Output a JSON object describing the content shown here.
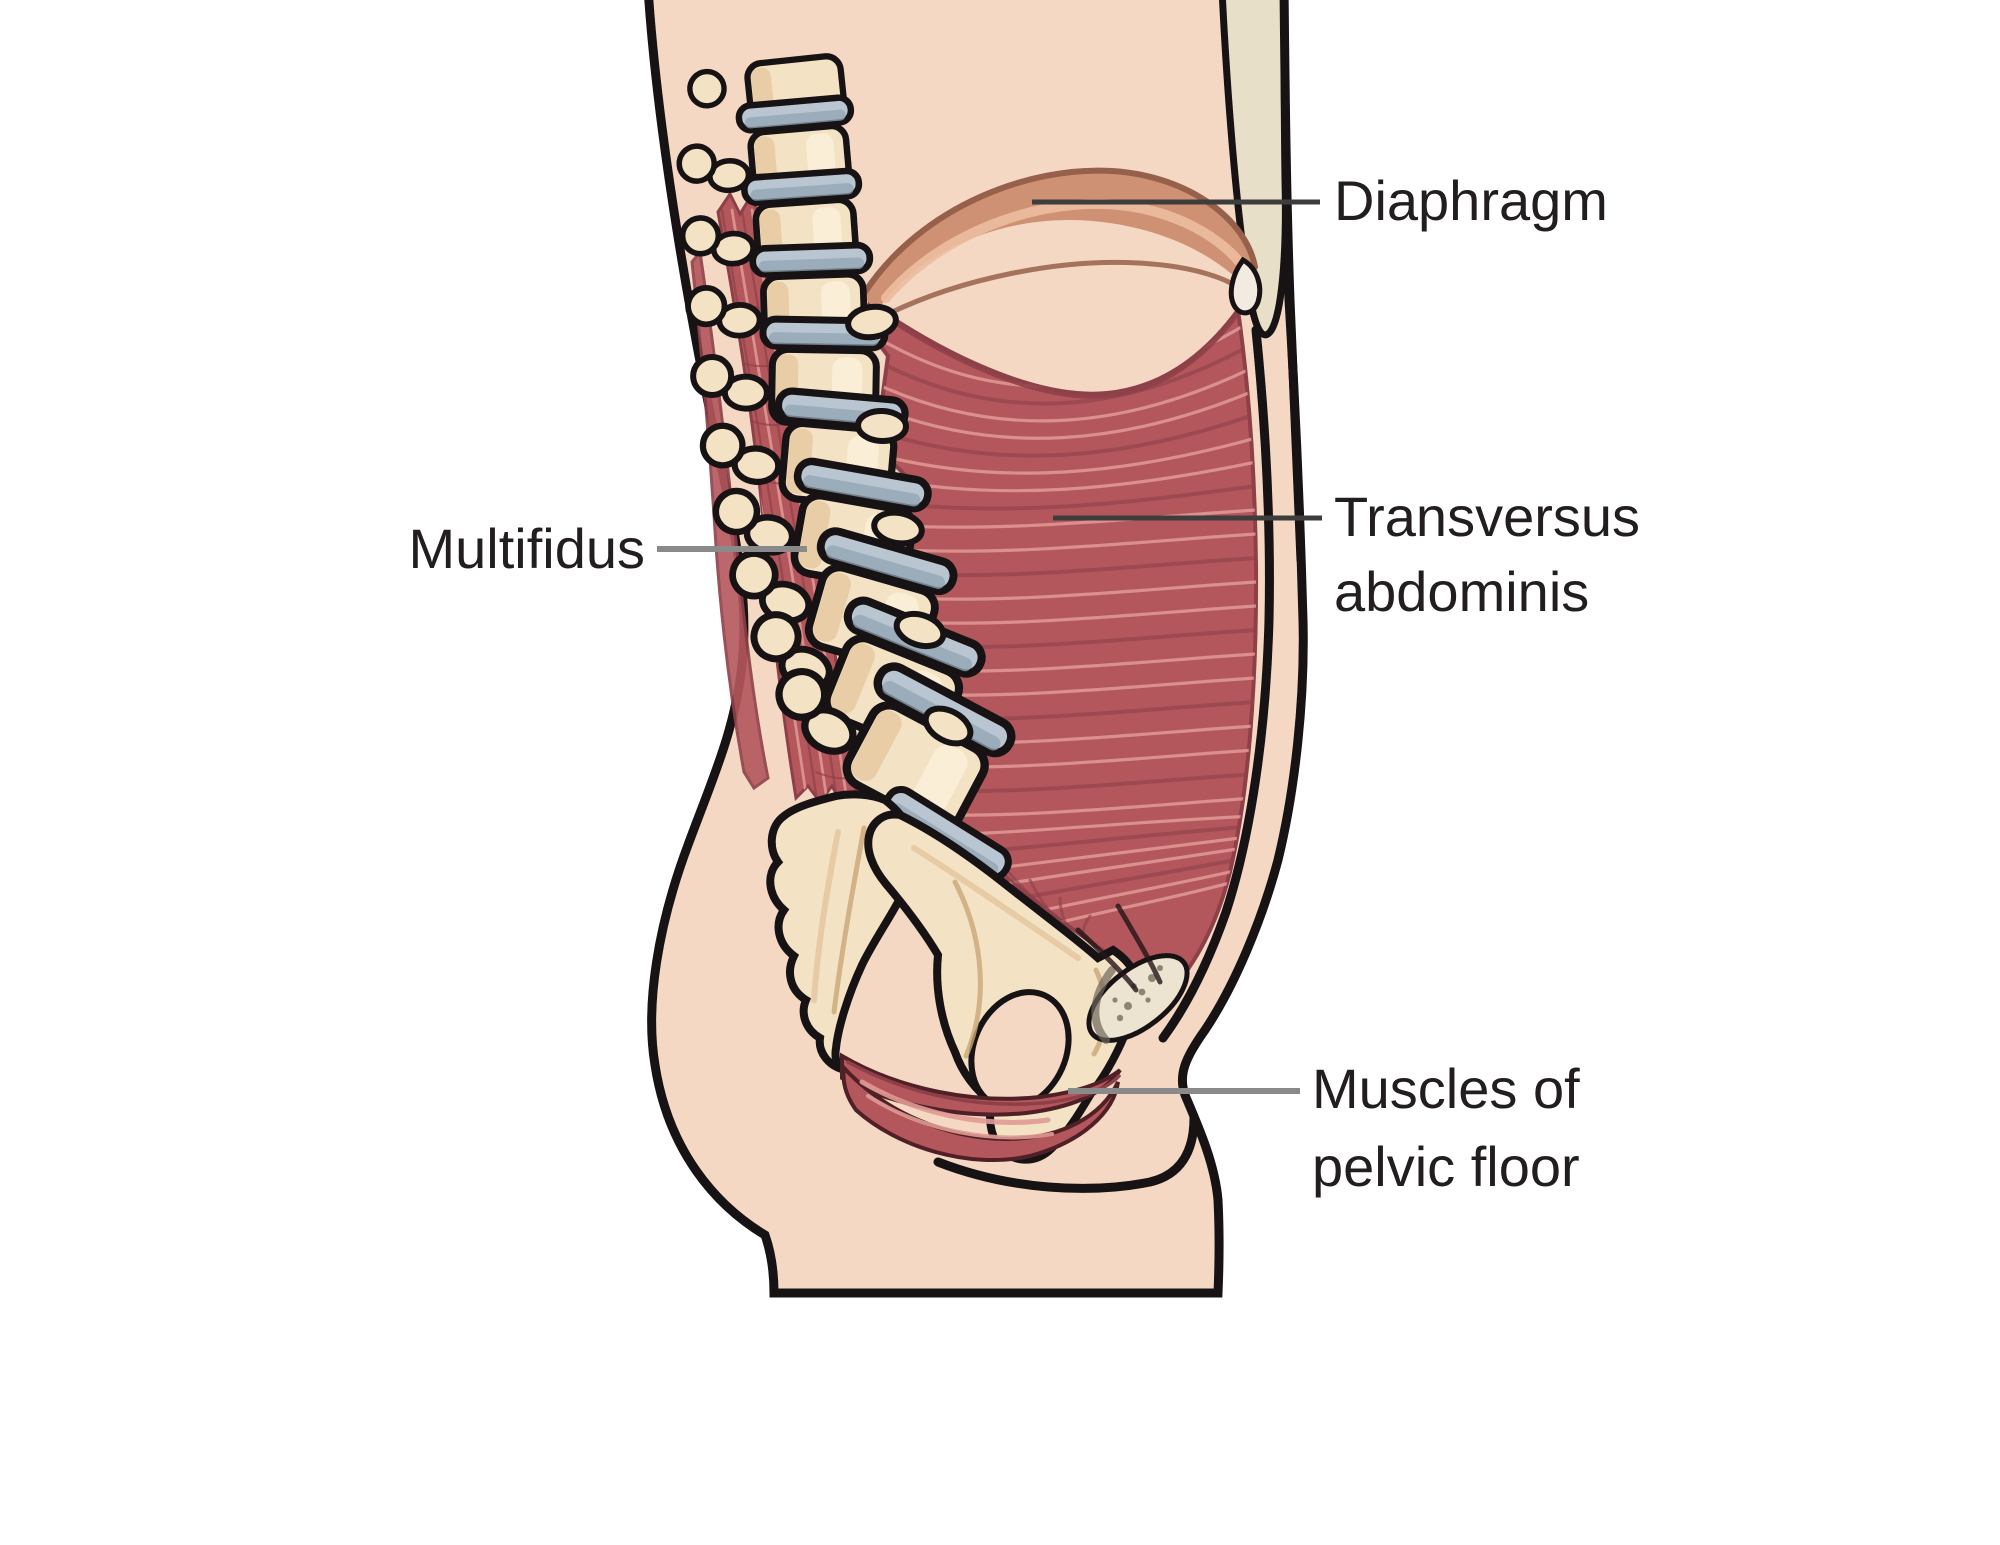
{
  "illustration": {
    "description": "Sagittal anatomical illustration of the deep core: diaphragm, transversus abdominis, multifidus and pelvic floor muscles within a side-view torso",
    "labels": {
      "diaphragm": "Diaphragm",
      "transversus_line1": "Transversus",
      "transversus_line2": "abdominis",
      "multifidus": "Multifidus",
      "pelvic_floor_line1": "Muscles of",
      "pelvic_floor_line2": "pelvic floor"
    },
    "colors": {
      "background": "#ffffff",
      "skin": "#f4d8c4",
      "outline": "#171314",
      "muscle_red": "#b4575c",
      "muscle_red_light": "#e09a95",
      "muscle_red_dark": "#8e4049",
      "bone_cream": "#f4e2c4",
      "bone_shade": "#e5c9a1",
      "disc_blue": "#b9c6d2",
      "disc_shade": "#91a3b1",
      "diaphragm_salmon": "#cf9173",
      "diaphragm_dark": "#96604a",
      "diaphragm_light": "#ecbd9f",
      "chest_wall_beige": "#e8dfc8",
      "symphysis_pale": "#ece3d0",
      "leader_dark": "#3d3d3d",
      "leader_gray": "#8a8a8a",
      "label_text": "#221e1f"
    }
  }
}
